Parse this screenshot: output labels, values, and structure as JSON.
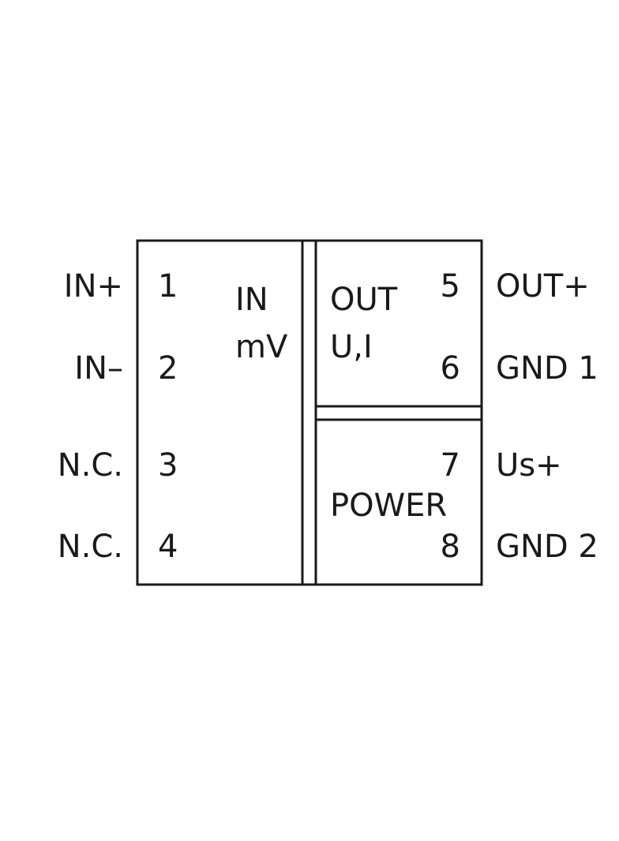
{
  "left_labels": [
    "IN+",
    "IN–",
    "N.C.",
    "N.C."
  ],
  "left_pins": [
    "1",
    "2",
    "3",
    "4"
  ],
  "input_block": {
    "line1": "IN",
    "line2": "mV"
  },
  "output_block": {
    "line1": "OUT",
    "line2": "U,I"
  },
  "power_block": {
    "label": "POWER"
  },
  "right_pins": [
    "5",
    "6",
    "7",
    "8"
  ],
  "right_labels": [
    "OUT+",
    "GND 1",
    "Us+",
    "GND 2"
  ]
}
